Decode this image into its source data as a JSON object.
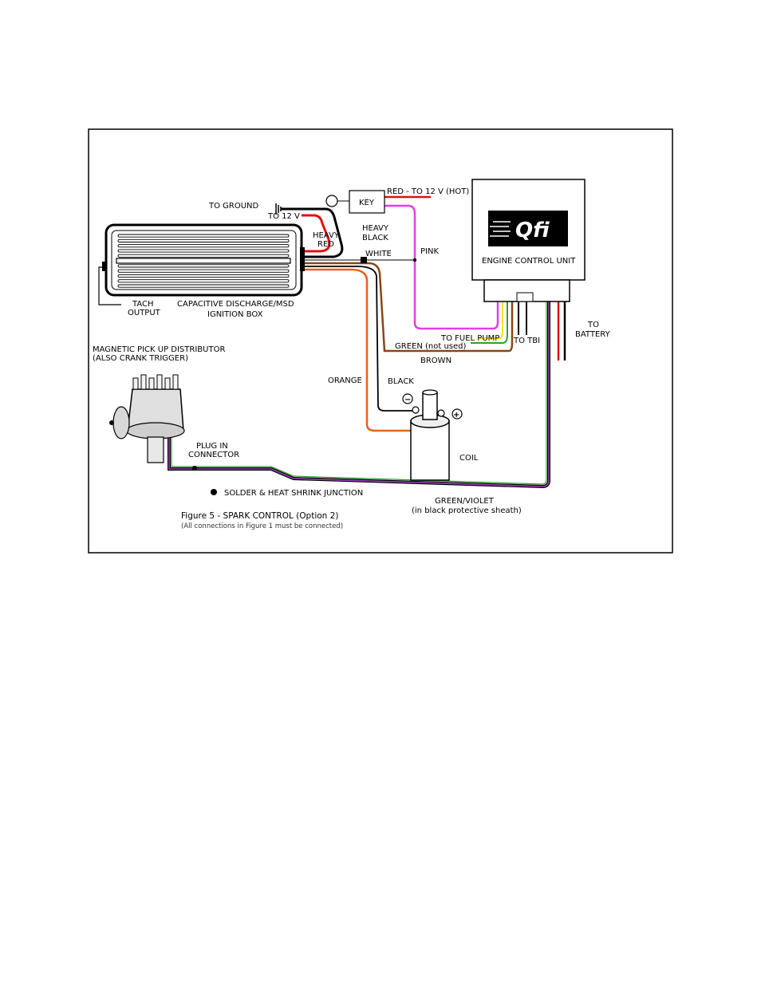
{
  "labels": {
    "to_ground": "TO GROUND",
    "to_12v": "TO 12 V",
    "key": "KEY",
    "red_to_12v_hot": "RED - TO 12 V (HOT)",
    "heavy_red_1": "HEAVY",
    "heavy_red_2": "RED",
    "heavy_black_1": "HEAVY",
    "heavy_black_2": "BLACK",
    "white": "WHITE",
    "pink": "PINK",
    "tach_output_1": "TACH",
    "tach_output_2": "OUTPUT",
    "ignition_box_1": "CAPACITIVE DISCHARGE/MSD",
    "ignition_box_2": "IGNITION BOX",
    "ecu_logo": "Qfi",
    "ecu": "ENGINE CONTROL UNIT",
    "to_fuel_pump": "TO FUEL PUMP",
    "green_not_used": "GREEN (not used)",
    "to_tbi": "TO TBI",
    "to_battery_1": "TO",
    "to_battery_2": "BATTERY",
    "brown": "BROWN",
    "distributor_1": "MAGNETIC PICK UP DISTRIBUTOR",
    "distributor_2": "(ALSO CRANK TRIGGER)",
    "orange": "ORANGE",
    "black": "BLACK",
    "coil": "COIL",
    "plug_in_1": "PLUG IN",
    "plug_in_2": "CONNECTOR",
    "solder_junction": "SOLDER & HEAT SHRINK JUNCTION",
    "green_violet_1": "GREEN/VIOLET",
    "green_violet_2": "(in black protective sheath)",
    "minus_symbol": "−",
    "plus_symbol": "+"
  },
  "caption": {
    "title": "Figure 5 - SPARK CONTROL (Option 2)",
    "note": "(All connections in Figure 1 must be connected)"
  },
  "colors": {
    "red_wire": "#e01010",
    "pink_wire": "#e040e0",
    "orange_wire": "#e8601c",
    "brown_wire": "#8b4513",
    "green_wire": "#2e9e2e",
    "yellow_wire": "#f0e020",
    "violet_wire": "#a040c0"
  }
}
